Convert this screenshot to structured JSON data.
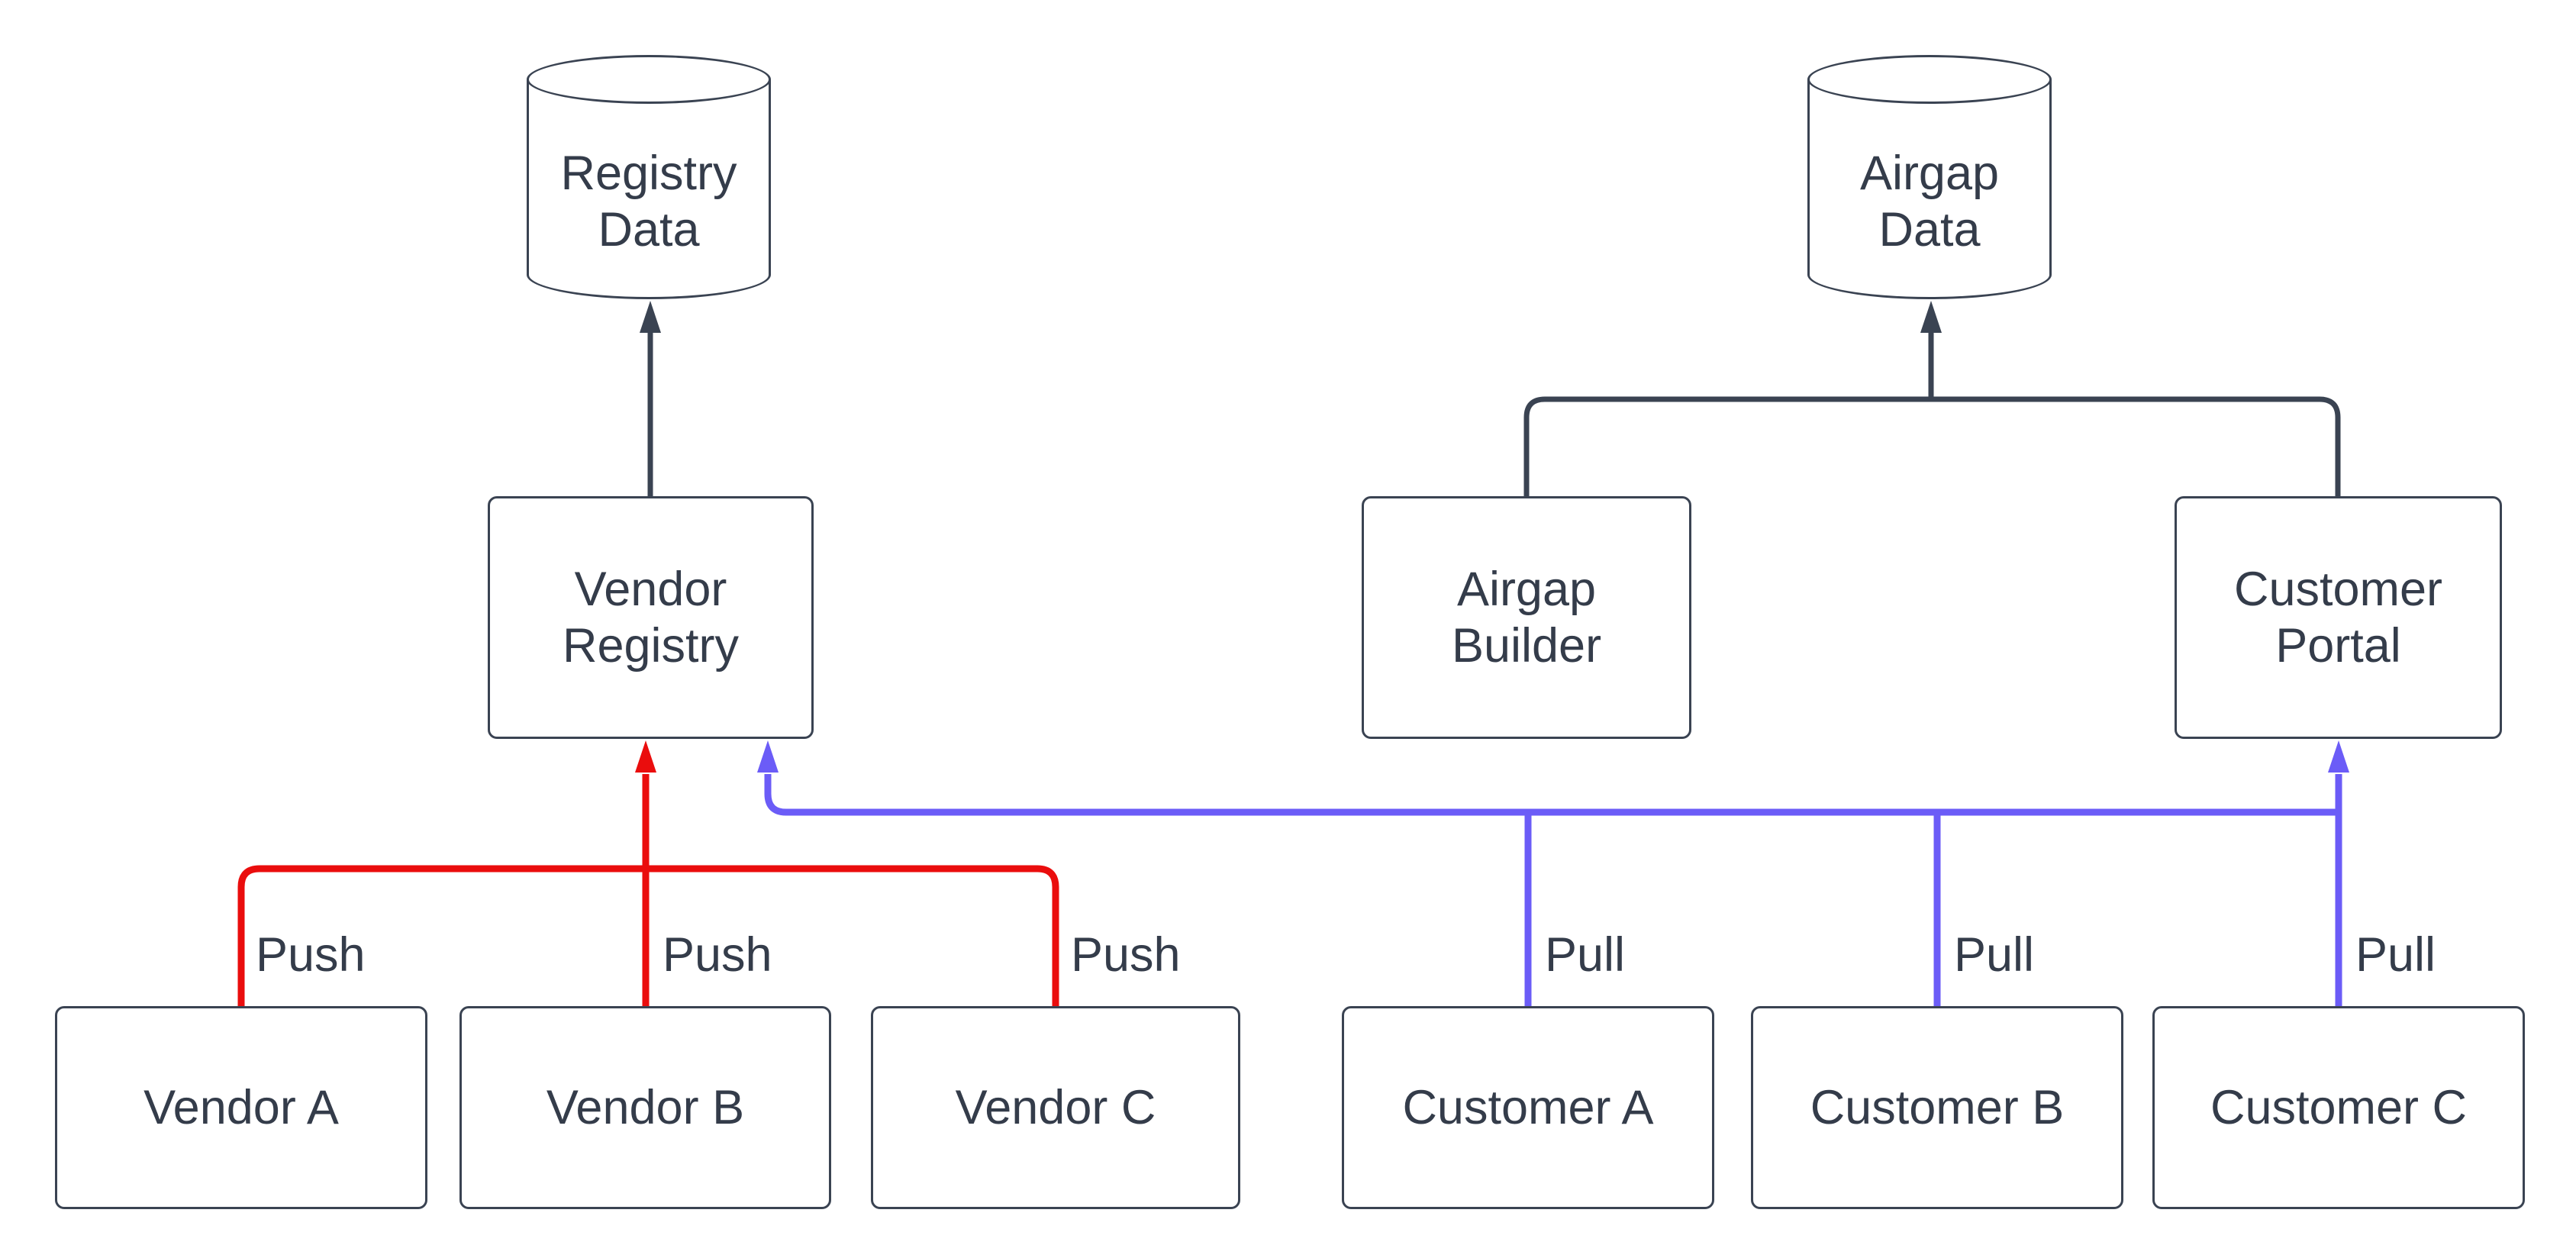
{
  "diagram_type": "flowchart",
  "nodes": {
    "registry_data": {
      "label": "Registry Data",
      "shape": "cylinder"
    },
    "airgap_data": {
      "label": "Airgap Data",
      "shape": "cylinder"
    },
    "vendor_registry": {
      "label": "Vendor Registry",
      "shape": "rounded-rect"
    },
    "airgap_builder": {
      "label": "Airgap Builder",
      "shape": "rounded-rect"
    },
    "customer_portal": {
      "label": "Customer Portal",
      "shape": "rounded-rect"
    },
    "vendor_a": {
      "label": "Vendor A",
      "shape": "rounded-rect"
    },
    "vendor_b": {
      "label": "Vendor B",
      "shape": "rounded-rect"
    },
    "vendor_c": {
      "label": "Vendor C",
      "shape": "rounded-rect"
    },
    "customer_a": {
      "label": "Customer A",
      "shape": "rounded-rect"
    },
    "customer_b": {
      "label": "Customer B",
      "shape": "rounded-rect"
    },
    "customer_c": {
      "label": "Customer C",
      "shape": "rounded-rect"
    }
  },
  "edge_labels": {
    "push_vendor_a": "Push",
    "push_vendor_b": "Push",
    "push_vendor_c": "Push",
    "pull_customer_a": "Pull",
    "pull_customer_b": "Pull",
    "pull_customer_c": "Pull"
  },
  "edges": [
    {
      "from": "vendor_registry",
      "to": "registry_data",
      "label": "",
      "color": "dark"
    },
    {
      "from": "airgap_builder",
      "to": "airgap_data",
      "label": "",
      "color": "dark"
    },
    {
      "from": "customer_portal",
      "to": "airgap_data",
      "label": "",
      "color": "dark"
    },
    {
      "from": "vendor_a",
      "to": "vendor_registry",
      "label": "Push",
      "color": "red"
    },
    {
      "from": "vendor_b",
      "to": "vendor_registry",
      "label": "Push",
      "color": "red"
    },
    {
      "from": "vendor_c",
      "to": "vendor_registry",
      "label": "Push",
      "color": "red"
    },
    {
      "from": "customer_a",
      "to": "vendor_registry",
      "label": "Pull",
      "color": "blue"
    },
    {
      "from": "customer_b",
      "to": "vendor_registry",
      "label": "Pull",
      "color": "blue"
    },
    {
      "from": "customer_c",
      "to": "customer_portal",
      "label": "Pull",
      "color": "blue"
    }
  ],
  "colors": {
    "background": "#ffffff",
    "text": "#343c4a",
    "node_border": "#3a4352",
    "node_fill": "#ffffff",
    "default_edge": "#3a4352",
    "push_edge": "#ea0d0d",
    "pull_edge": "#6b5cf7"
  }
}
